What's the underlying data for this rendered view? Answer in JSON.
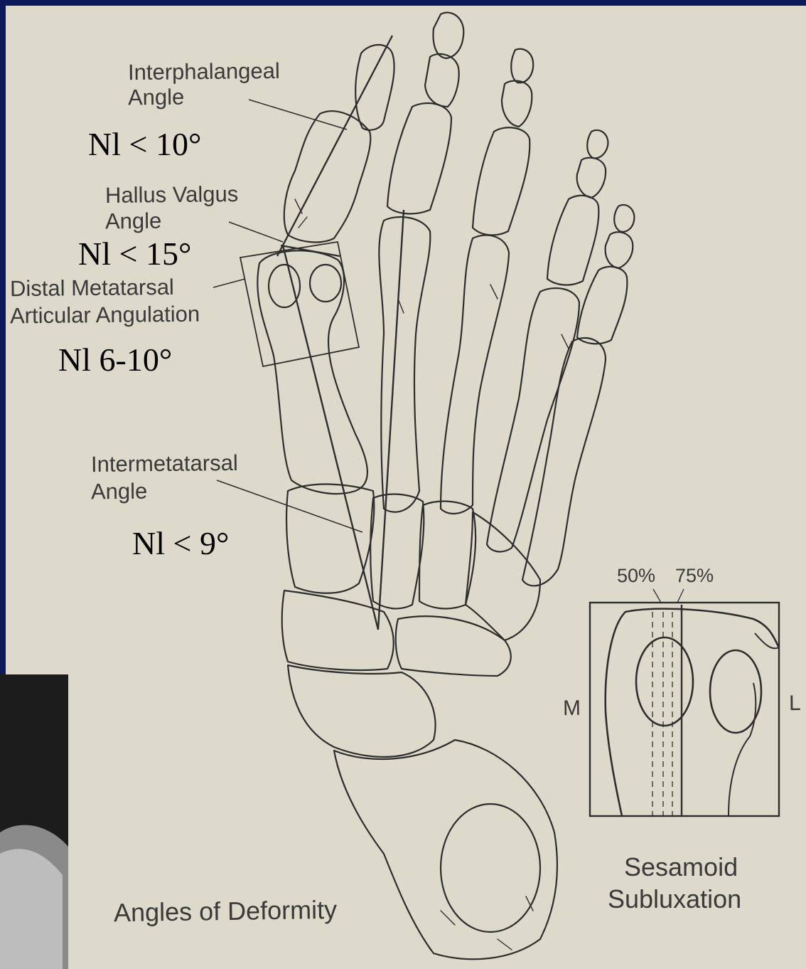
{
  "labels": {
    "interphalangeal_1": "Interphalangeal",
    "interphalangeal_2": "Angle",
    "hallux_1": "Hallus Valgus",
    "hallux_2": "Angle",
    "distal_1": "Distal Metatarsal",
    "distal_2": "Articular Angulation",
    "intermetatarsal_1": "Intermetatarsal",
    "intermetatarsal_2": "Angle"
  },
  "normals": {
    "interphalangeal": "Nl < 10°",
    "hallux_valgus": "Nl < 15°",
    "dmaa": "Nl 6-10°",
    "intermetatarsal": "Nl < 9°"
  },
  "inset": {
    "pct_50": "50%",
    "pct_75": "75%",
    "medial": "M",
    "lateral": "L",
    "caption_1": "Sesamoid",
    "caption_2": "Subluxation"
  },
  "caption": "Angles of Deformity",
  "colors": {
    "frame": "#0d1a5a",
    "paper": "#ddd9cb",
    "ink": "#2d2d2d"
  }
}
